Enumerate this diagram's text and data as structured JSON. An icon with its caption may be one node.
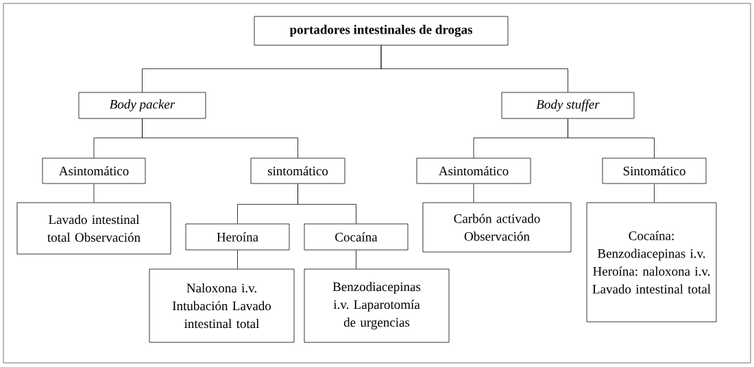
{
  "diagram": {
    "nodes": [
      {
        "text": [
          "**portadores intestinales de drogas**"
        ]
      },
      {
        "text": [
          "*Body packer*"
        ]
      },
      {
        "text": [
          "*Body stuffer*"
        ]
      },
      {
        "text": [
          "Asintomático"
        ]
      },
      {
        "text": [
          "sintomático"
        ]
      },
      {
        "text": [
          "Lavado intestinal total Observación"
        ]
      },
      {
        "text": [
          "Heroína"
        ]
      },
      {
        "text": [
          "Cocaína"
        ]
      },
      {
        "text": [
          "Naloxona i.v. Intubación Lavado intestinal total"
        ]
      },
      {
        "text": [
          "Benzodiacepinas i.v. Laparotomía de urgencias"
        ]
      },
      {
        "text": [
          "Asintomático"
        ]
      },
      {
        "text": [
          "Sintomático"
        ]
      },
      {
        "text": [
          "Carbón activado Observación"
        ]
      },
      {
        "text": [
          "Cocaína: Benzodiacepinas i.v. Heroína: naloxona i.v. Lavado intestinal total"
        ]
      }
    ],
    "edges": [
      {
        "from": 0,
        "to": 1,
        "arrow": "none"
      },
      {
        "from": 0,
        "to": 2,
        "arrow": "none"
      },
      {
        "from": 1,
        "to": 3,
        "arrow": "none"
      },
      {
        "from": 1,
        "to": 4,
        "arrow": "none"
      },
      {
        "from": 3,
        "to": 5,
        "arrow": "none"
      },
      {
        "from": 4,
        "to": 6,
        "arrow": "none"
      },
      {
        "from": 4,
        "to": 7,
        "arrow": "none"
      },
      {
        "from": 6,
        "to": 8,
        "arrow": "none"
      },
      {
        "from": 7,
        "to": 9,
        "arrow": "none"
      },
      {
        "from": 2,
        "to": 10,
        "arrow": "none"
      },
      {
        "from": 2,
        "to": 11,
        "arrow": "none"
      },
      {
        "from": 10,
        "to": 12,
        "arrow": "none"
      },
      {
        "from": 11,
        "to": 13,
        "arrow": "none"
      }
    ]
  }
}
